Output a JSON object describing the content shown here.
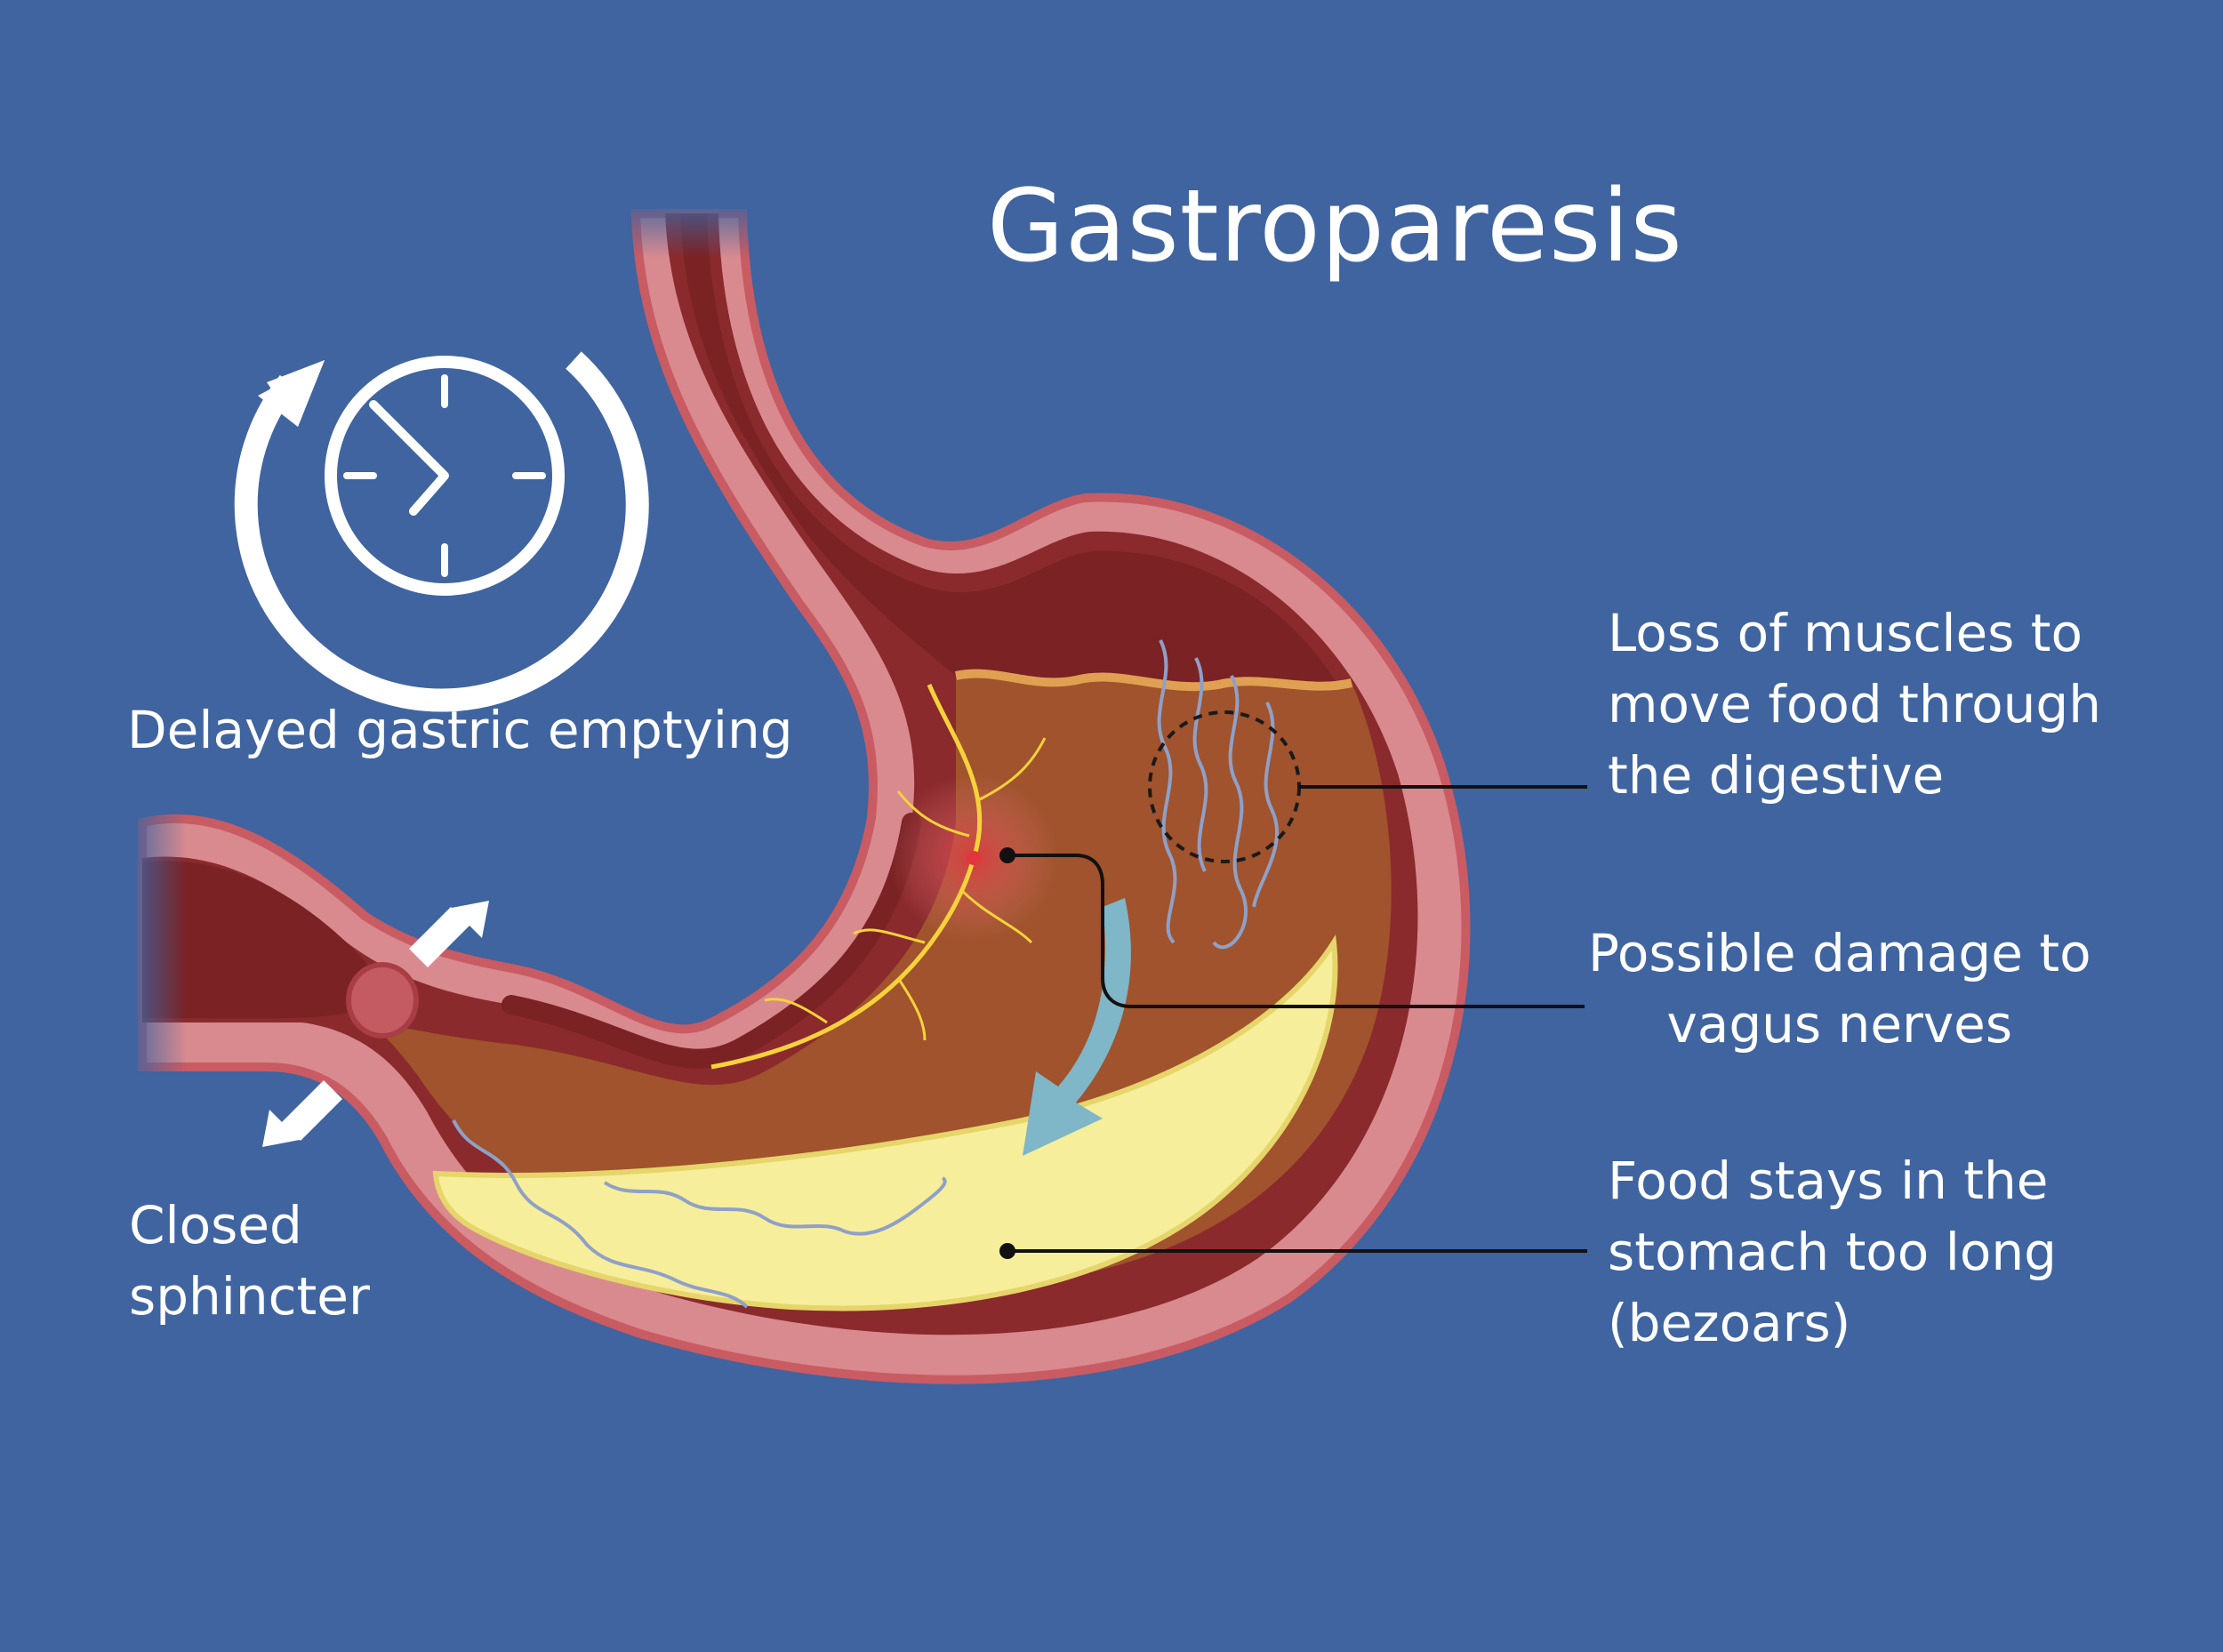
{
  "title": "Gastroparesis",
  "labels": {
    "delayed_emptying": "Delayed gastric emptying",
    "closed_sphincter": [
      "Closed",
      "sphincter"
    ],
    "muscle_loss": [
      "Loss of muscles to",
      "move food through",
      "the digestive"
    ],
    "vagus_damage": [
      "Possible damage to",
      "vagus nerves"
    ],
    "food_stays": [
      "Food stays in the",
      "stomach too long",
      "(bezoars)"
    ]
  },
  "icons": [
    "clock-icon",
    "cycle-arrow-icon",
    "pointer-arrow-icon"
  ],
  "colors": {
    "background": "#3f64a0",
    "stomach_wall": "#d98a8f",
    "stomach_lining": "#8a2a2c",
    "gastric_contents": "#a0532c",
    "bezoar": "#f6ee9a",
    "nerve": "#f5d23c",
    "flow_arrow": "#7fb6c8",
    "text": "#ffffff"
  }
}
